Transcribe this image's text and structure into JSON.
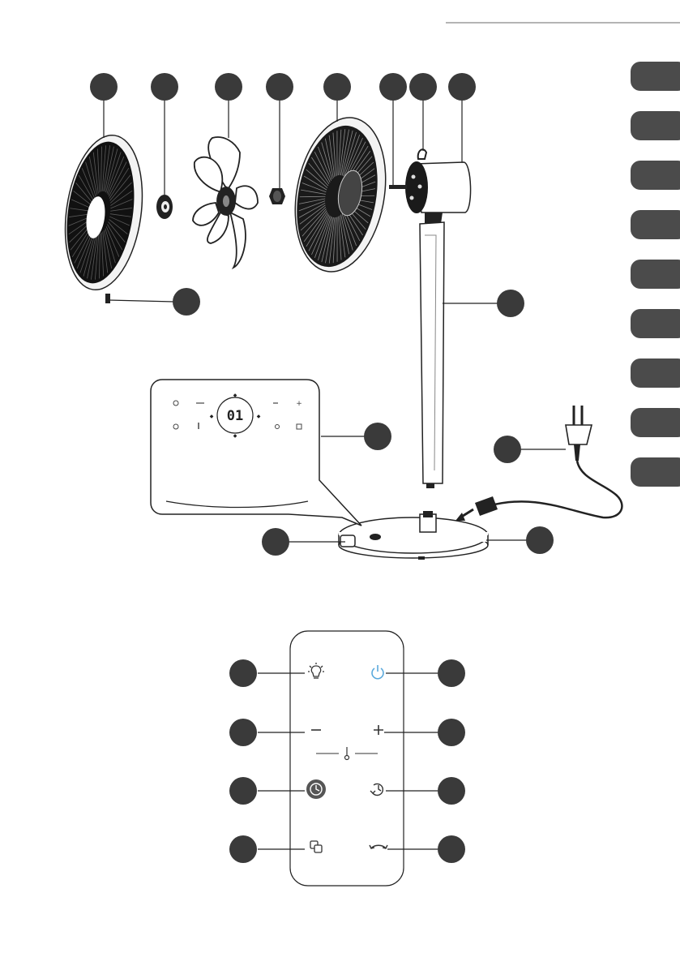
{
  "colors": {
    "ink": "#222222",
    "callout": "#3a3a3a",
    "tab": "#4b4b4b",
    "power_accent": "#5aa9dc",
    "paper": "#ffffff"
  },
  "tabs": {
    "count": 9
  },
  "control_panel": {
    "display_value": "01"
  },
  "remote": {
    "buttons": [
      {
        "icon": "light-icon"
      },
      {
        "icon": "power-icon"
      },
      {
        "icon": "minus-icon"
      },
      {
        "icon": "plus-icon"
      },
      {
        "icon": "timer-icon"
      },
      {
        "icon": "timer-back-icon"
      },
      {
        "icon": "mode-icon"
      },
      {
        "icon": "oscillation-icon"
      }
    ],
    "temperature_icon": "thermometer-icon"
  },
  "parts": [
    "front-grille",
    "spinner-cap",
    "fan-blade",
    "blade-nut",
    "rear-grille",
    "motor-shaft",
    "grille-hook",
    "motor-housing",
    "grille-screw",
    "stand-pole",
    "control-panel",
    "power-plug",
    "base-button",
    "base"
  ]
}
